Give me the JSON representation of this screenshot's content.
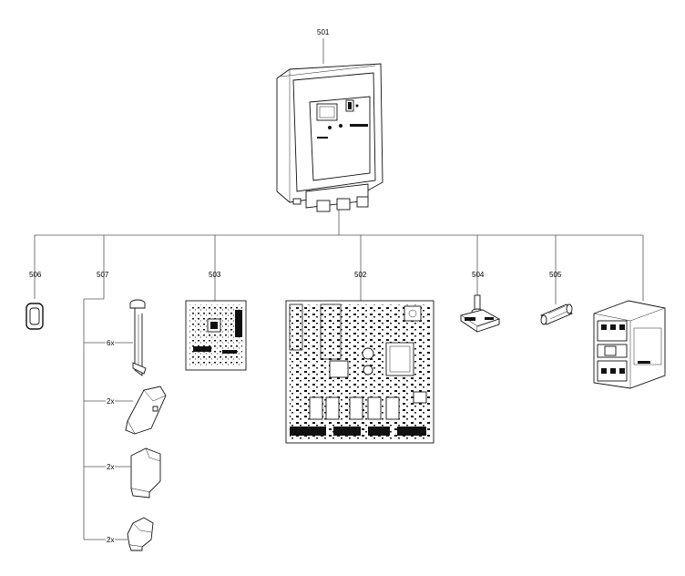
{
  "parts": {
    "controller": "501",
    "main_board": "502",
    "display_board": "503",
    "encoder": "504",
    "fuse": "505",
    "gasket": "506",
    "accessory_set": "507"
  },
  "quantities": {
    "bolt": "6x",
    "cover_a": "2x",
    "cover_b": "2x",
    "cover_c": "2x"
  }
}
